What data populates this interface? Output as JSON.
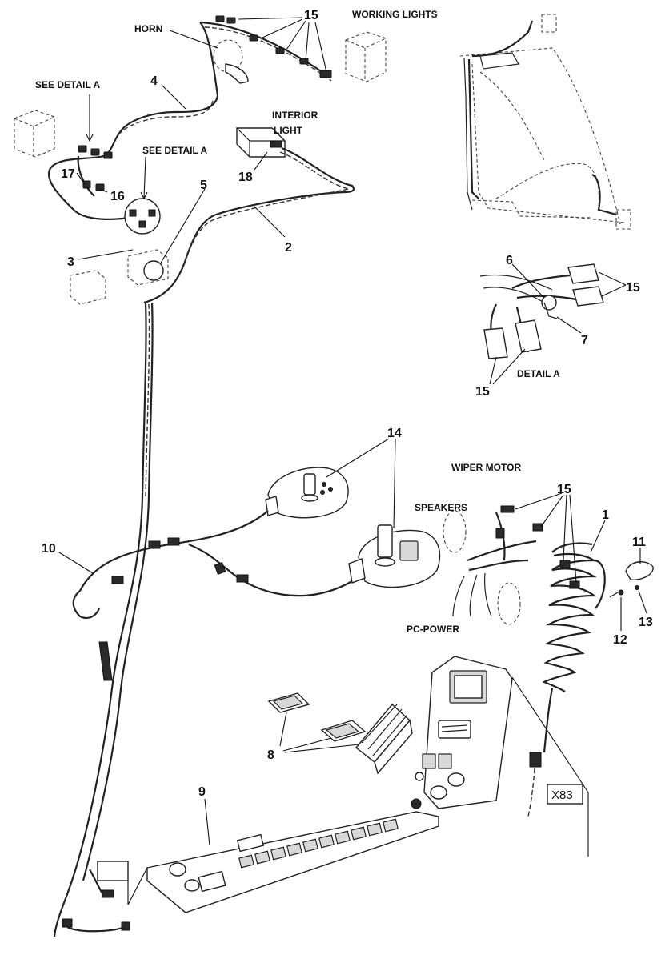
{
  "labels": {
    "horn": "HORN",
    "working_lights": "WORKING LIGHTS",
    "see_detail_a_1": "SEE DETAIL A",
    "see_detail_a_2": "SEE DETAIL A",
    "interior_light_1": "INTERIOR",
    "interior_light_2": "LIGHT",
    "detail_a": "DETAIL A",
    "wiper_motor": "WIPER MOTOR",
    "speakers": "SPEAKERS",
    "pc_power": "PC-POWER",
    "connector_x83": "X83"
  },
  "callouts": {
    "n15_top": "15",
    "n4": "4",
    "n17": "17",
    "n16": "16",
    "n18": "18",
    "n5": "5",
    "n3": "3",
    "n2": "2",
    "n6": "6",
    "n15_detail_right": "15",
    "n7": "7",
    "n15_detail_bottom": "15",
    "n14": "14",
    "n10": "10",
    "n15_wiper": "15",
    "n1": "1",
    "n11": "11",
    "n12": "12",
    "n13": "13",
    "n8": "8",
    "n9": "9"
  }
}
